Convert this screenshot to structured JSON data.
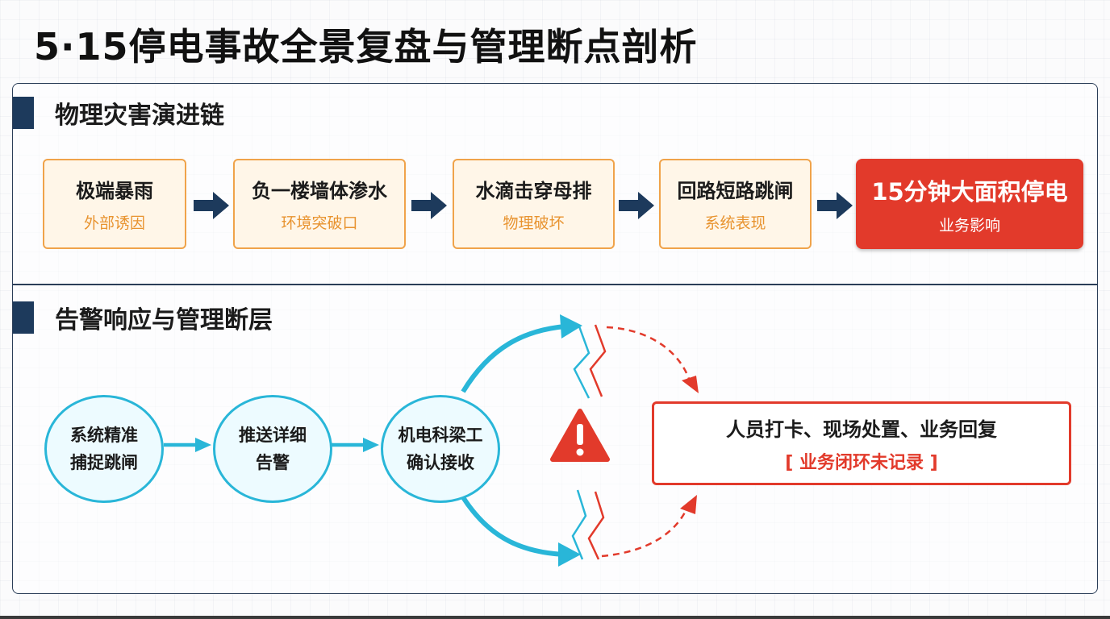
{
  "title": "5·15停电事故全景复盘与管理断点剖析",
  "section1": {
    "title": "物理灾害演进链",
    "steps": [
      {
        "title": "极端暴雨",
        "sub": "外部诱因"
      },
      {
        "title": "负一楼墙体渗水",
        "sub": "环境突破口"
      },
      {
        "title": "水滴击穿母排",
        "sub": "物理破坏"
      },
      {
        "title": "回路短路跳闸",
        "sub": "系统表现"
      },
      {
        "title": "15分钟大面积停电",
        "sub": "业务影响"
      }
    ]
  },
  "section2": {
    "title": "告警响应与管理断层",
    "nodes": [
      {
        "line1": "系统精准",
        "line2": "捕捉跳闸"
      },
      {
        "line1": "推送详细",
        "line2": "告警"
      },
      {
        "line1": "机电科梁工",
        "line2": "确认接收"
      }
    ],
    "result": {
      "main": "人员打卡、现场处置、业务回复",
      "sub": "[ 业务闭环未记录 ]"
    }
  },
  "colors": {
    "navy": "#1d3a5c",
    "orange": "#f0a34a",
    "red": "#e23a2b",
    "cyan": "#29b6d8"
  },
  "icons": {
    "warning": "warning-triangle-icon",
    "break": "lightning-break-icon"
  }
}
